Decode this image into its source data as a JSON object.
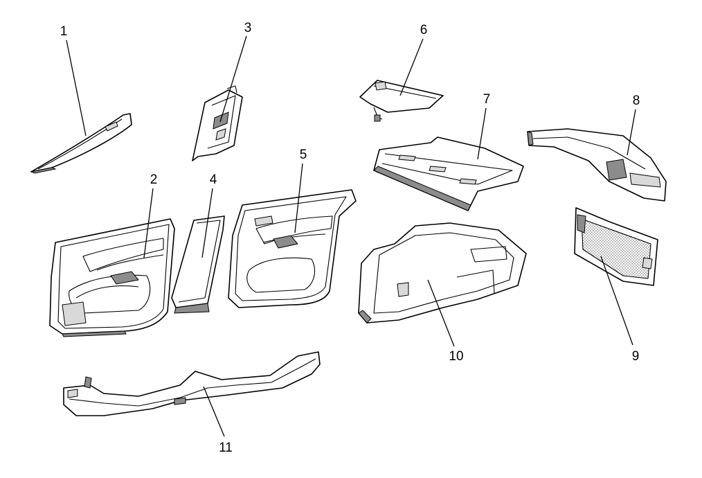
{
  "diagram": {
    "background": "#ffffff",
    "line_color": "#000000",
    "shade_color": "#8c8c8c",
    "callouts": [
      "1",
      "2",
      "3",
      "4",
      "5",
      "6",
      "7",
      "8",
      "9",
      "10",
      "11"
    ]
  }
}
